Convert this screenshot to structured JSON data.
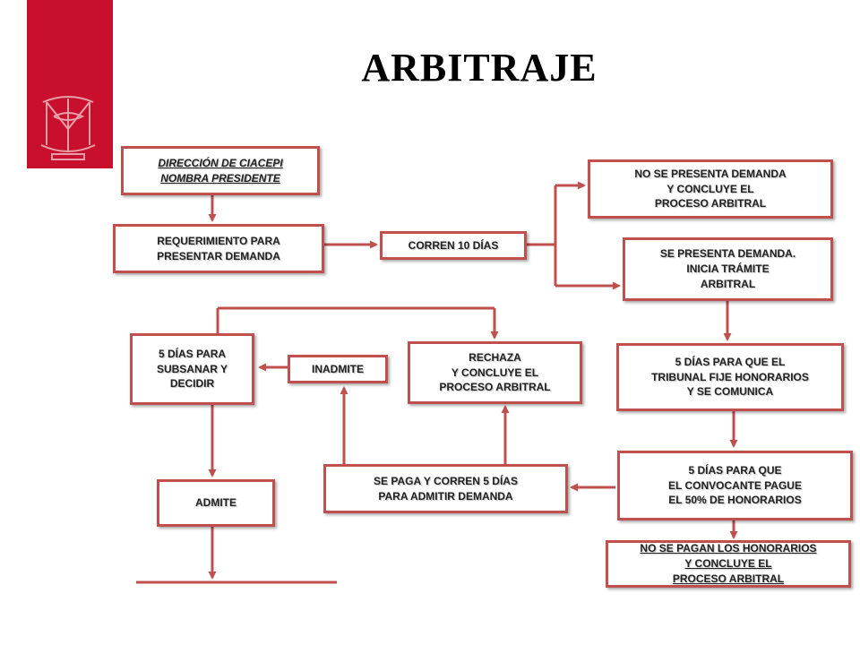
{
  "title": "ARBITRAJE",
  "colors": {
    "brand": "#c8102e",
    "box_border": "#c0504d",
    "arrow": "#c0504d"
  },
  "nodes": {
    "direccion": "DIRECCIÓN DE CIACEPI\nNOMBRA PRESIDENTE",
    "requerimiento": "REQUERIMIENTO PARA\nPRESENTAR DEMANDA",
    "corren10": "CORREN 10 DÍAS",
    "no_presenta": "NO SE PRESENTA DEMANDA\nY CONCLUYE EL\nPROCESO ARBITRAL",
    "presenta": "SE PRESENTA DEMANDA.\nINICIA TRÁMITE\nARBITRAL",
    "subsanar": "5 DÍAS PARA\nSUBSANAR Y\nDECIDIR",
    "inadmite": "INADMITE",
    "rechaza": "RECHAZA\nY CONCLUYE EL\nPROCESO ARBITRAL",
    "honorarios": "5 DÍAS PARA QUE EL\nTRIBUNAL FIJE HONORARIOS\nY SE COMUNICA",
    "admite": "ADMITE",
    "se_paga": "SE PAGA Y CORREN 5 DÍAS\nPARA ADMITIR DEMANDA",
    "convocante": "5 DÍAS PARA QUE\nEL CONVOCANTE PAGUE\nEL 50% DE HONORARIOS",
    "no_pagan": "NO SE PAGAN LOS HONORARIOS\nY CONCLUYE EL\nPROCESO ARBITRAL"
  }
}
